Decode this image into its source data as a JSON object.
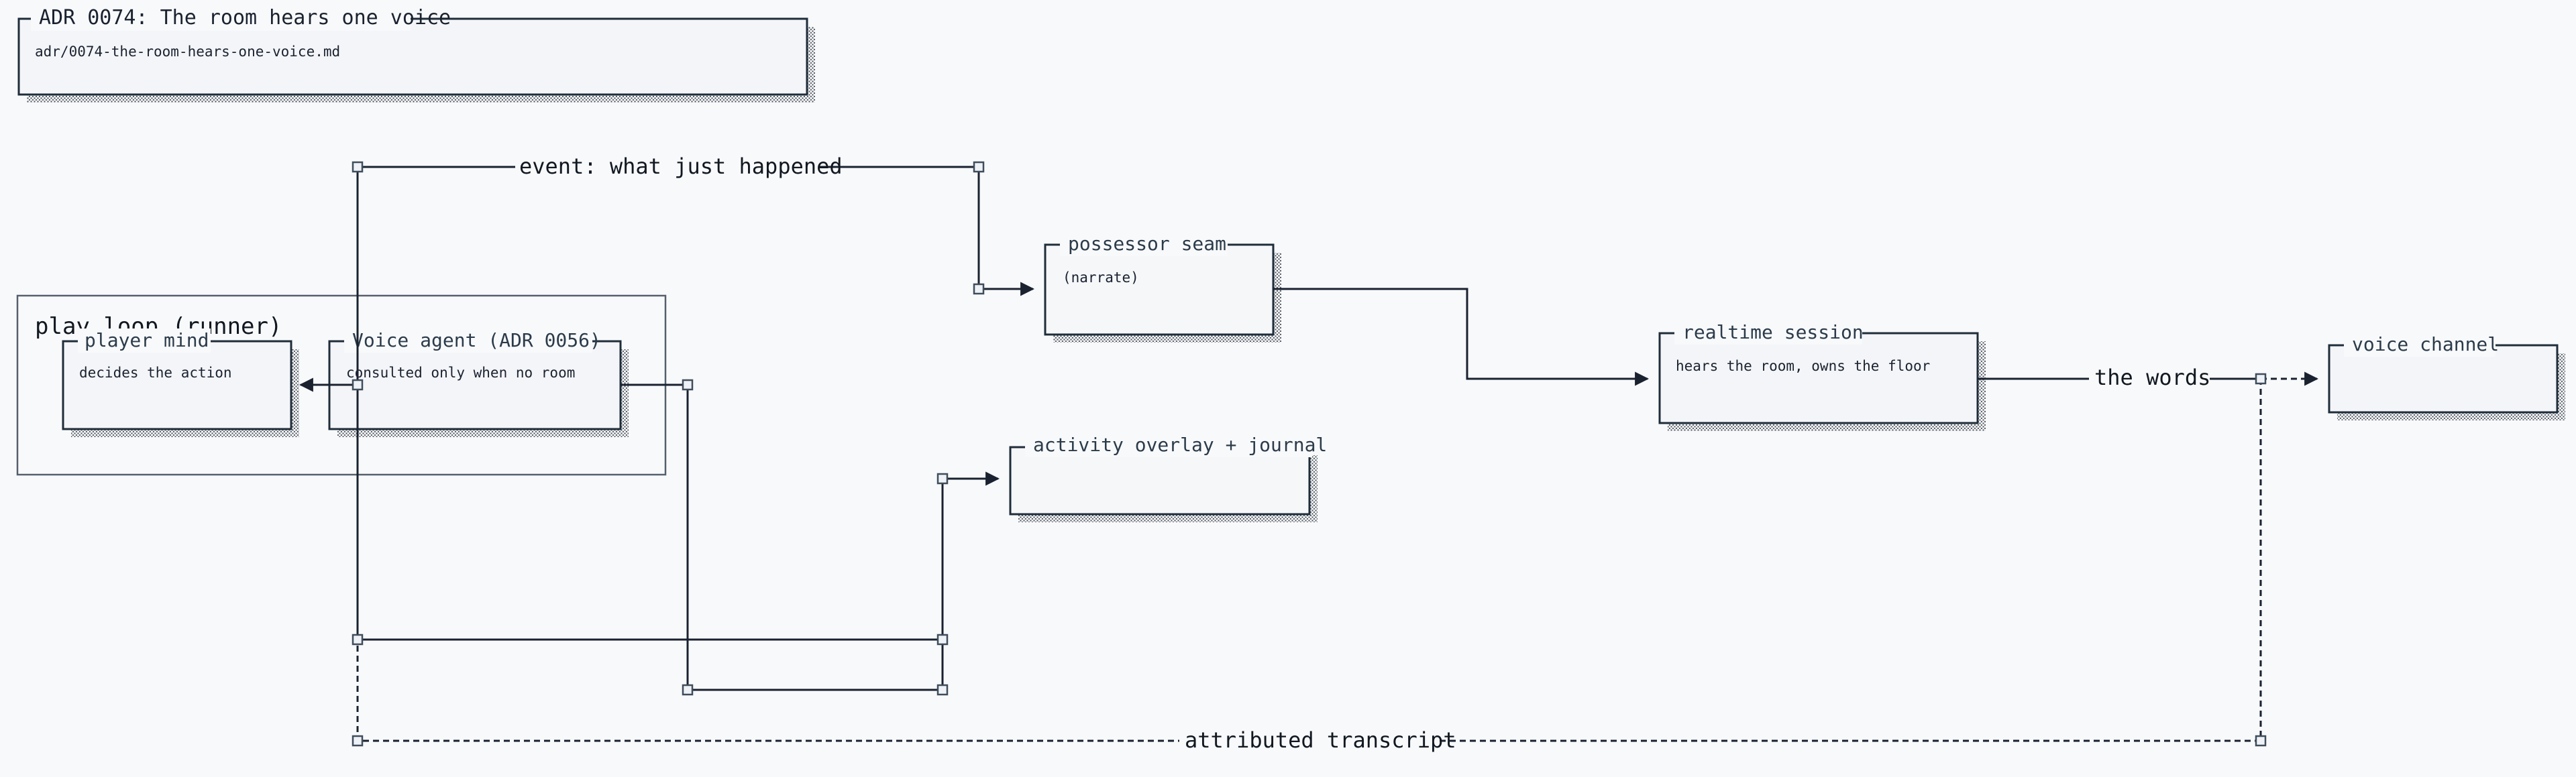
{
  "header": {
    "title": "ADR 0074: The room hears one voice",
    "path": "adr/0074-the-room-hears-one-voice.md"
  },
  "group": {
    "label": "play loop (runner)"
  },
  "nodes": {
    "player_mind": {
      "title": "player mind",
      "body": "decides the action"
    },
    "voice_agent": {
      "title": "Voice agent (ADR 0056)",
      "body": "consulted only when no room"
    },
    "possessor_seam": {
      "title": "possessor seam",
      "body": "(narrate)"
    },
    "realtime_session": {
      "title": "realtime session",
      "body": "hears the room, owns the floor"
    },
    "voice_channel": {
      "title": "voice channel",
      "body": ""
    },
    "activity_overlay": {
      "title": "activity overlay + journal",
      "body": ""
    }
  },
  "edges": {
    "event": "event: what just happened",
    "words": "the words",
    "transcript": "attributed transcript"
  },
  "colors": {
    "background": "#f8f9fb",
    "stroke": "#1f2d3a",
    "box_fill": "#f4f5f8"
  }
}
